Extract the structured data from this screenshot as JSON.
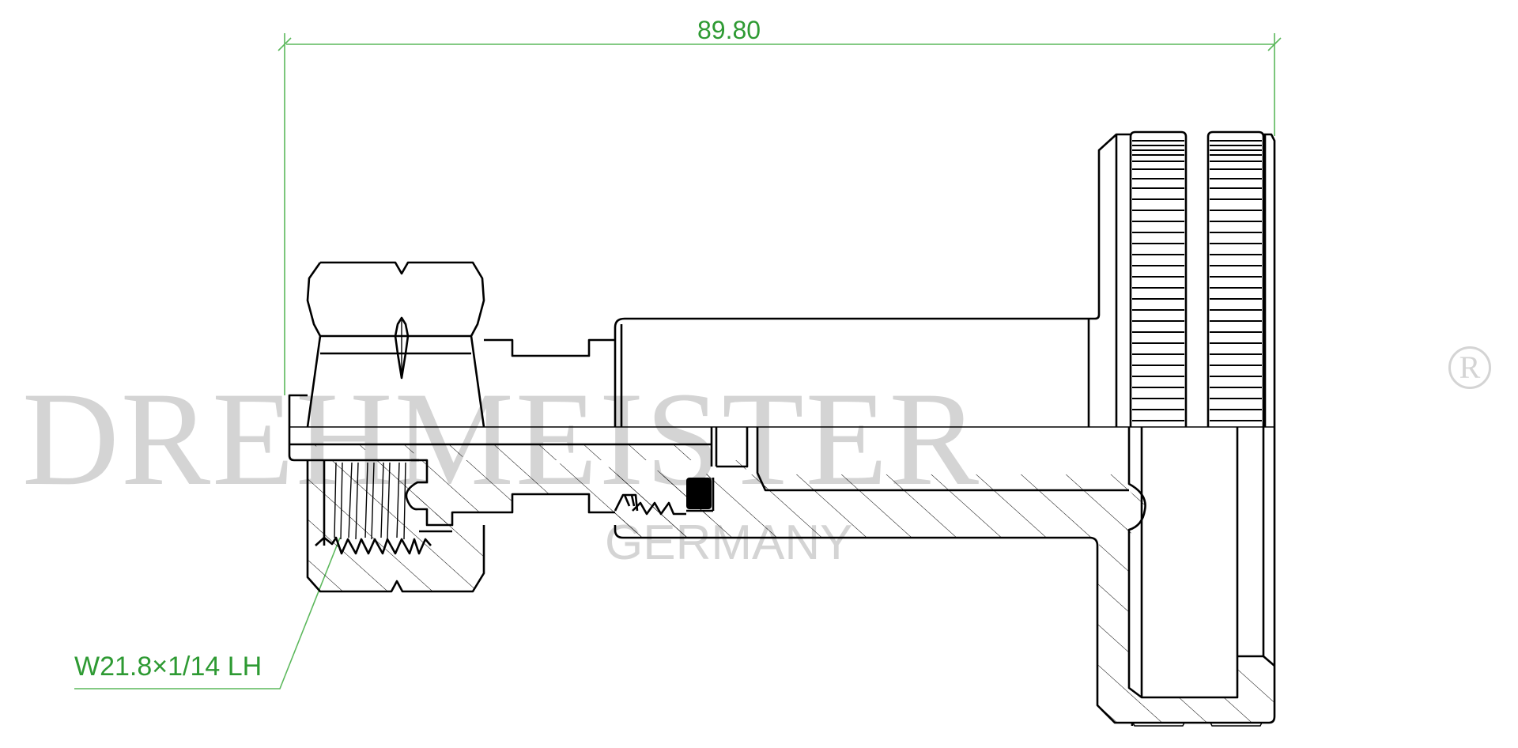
{
  "drawing": {
    "type": "technical-section-drawing",
    "subject": "cylinder valve adapter with hex nut and knurled hand knob"
  },
  "watermark": {
    "brand": "DREHMEISTER",
    "registered_mark": "R",
    "country": "GERMANY",
    "color": "#d4d4d4"
  },
  "dimensions": {
    "overall_length": "89.80",
    "thread_callout": "W21.8×1/14 LH",
    "color": "#2e9a33"
  }
}
